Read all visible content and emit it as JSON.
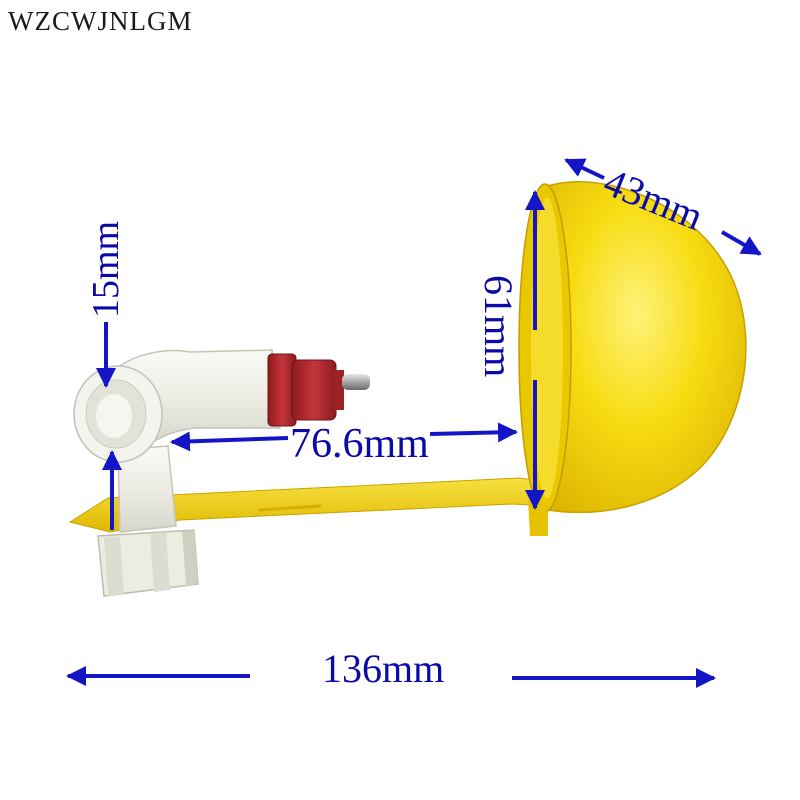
{
  "watermark": "WZCWJNLGM",
  "dimensions": {
    "total_length": "136mm",
    "nipple_to_cup": "76.6mm",
    "tee_height": "15mm",
    "cup_height": "61mm",
    "cup_width": "43mm"
  },
  "colors": {
    "cup_yellow": "#f5d800",
    "arm_yellow": "#f2d100",
    "fitting_white": "#f2f2ec",
    "nipple_red": "#b0252a",
    "arrow_blue": "#1515c8"
  }
}
